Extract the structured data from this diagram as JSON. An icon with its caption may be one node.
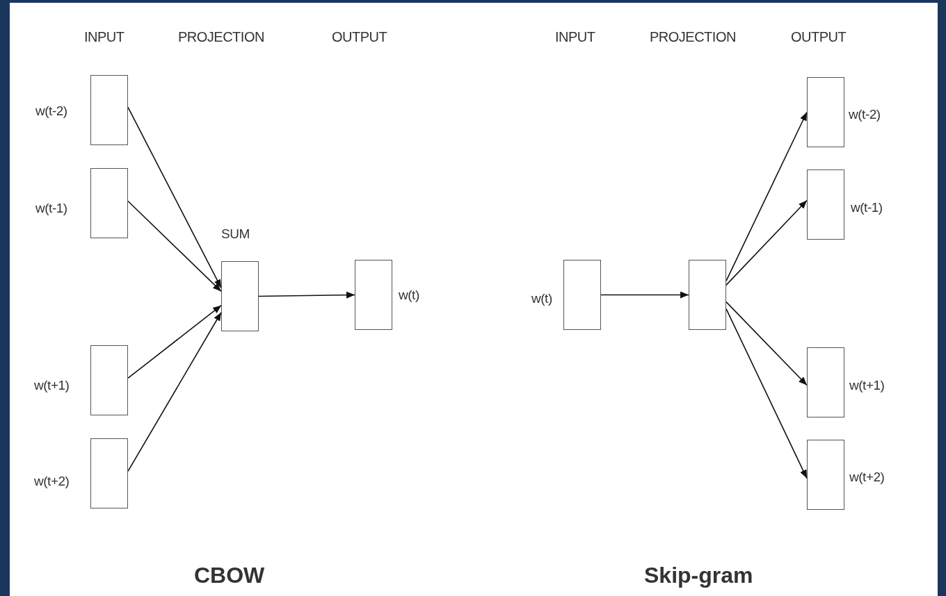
{
  "diagram": {
    "nodes": [
      {
        "text": [
          "w(t-2)"
        ]
      },
      {
        "text": [
          "w(t-1)"
        ]
      },
      {
        "text": [
          "w(t+1)"
        ]
      },
      {
        "text": [
          "w(t+2)"
        ]
      },
      {
        "text": [
          "SUM"
        ]
      },
      {
        "text": [
          "w(t)"
        ]
      },
      {
        "text": [
          "w(t)"
        ]
      },
      {
        "text": [],
        "shape": "box"
      },
      {
        "text": [
          "w(t-2)"
        ]
      },
      {
        "text": [
          "w(t-1)"
        ]
      },
      {
        "text": [
          "w(t+1)"
        ]
      },
      {
        "text": [
          "w(t+2)"
        ]
      }
    ],
    "edges": [
      {
        "from": 0,
        "to": 4,
        "arrow": "to"
      },
      {
        "from": 1,
        "to": 4,
        "arrow": "to"
      },
      {
        "from": 2,
        "to": 4,
        "arrow": "to"
      },
      {
        "from": 3,
        "to": 4,
        "arrow": "to"
      },
      {
        "from": 4,
        "to": 5,
        "arrow": "to"
      },
      {
        "from": 6,
        "to": 7,
        "arrow": "to"
      },
      {
        "from": 7,
        "to": 8,
        "arrow": "to"
      },
      {
        "from": 7,
        "to": 9,
        "arrow": "to"
      },
      {
        "from": 7,
        "to": 10,
        "arrow": "to"
      },
      {
        "from": 7,
        "to": 11,
        "arrow": "to"
      }
    ],
    "labels": [
      "INPUT",
      "PROJECTION",
      "OUTPUT",
      "INPUT",
      "PROJECTION",
      "OUTPUT",
      "CBOW",
      "Skip-gram"
    ]
  }
}
